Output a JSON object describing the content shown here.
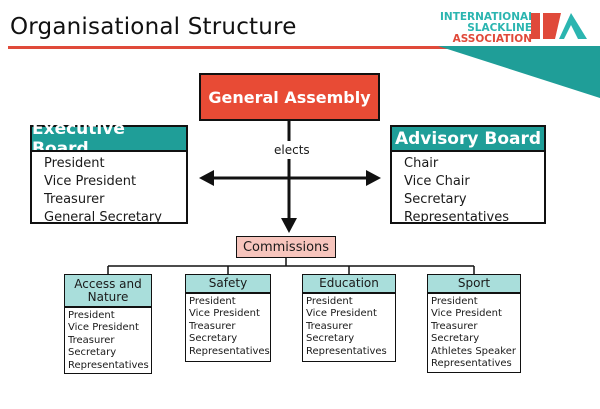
{
  "header": {
    "title": "Organisational Structure",
    "logo": {
      "line1": "INTERNATIONAL",
      "line2": "SLACKLINE",
      "line3": "ASSOCIATION",
      "mark": "ISA"
    }
  },
  "colors": {
    "accent_red": "#e84b35",
    "accent_teal": "#1f9e98",
    "light_teal": "#a9dedb",
    "light_pink": "#f7c5bd"
  },
  "general_assembly": {
    "label": "General Assembly"
  },
  "connector": {
    "label": "elects"
  },
  "executive_board": {
    "title": "Executive Board",
    "members": [
      "President",
      "Vice President",
      "Treasurer",
      "General Secretary"
    ]
  },
  "advisory_board": {
    "title": "Advisory Board",
    "members": [
      "Chair",
      "Vice Chair",
      "Secretary",
      "Representatives"
    ]
  },
  "commissions": {
    "label": "Commissions",
    "items": [
      {
        "title": "Access and Nature",
        "members": [
          "President",
          "Vice President",
          "Treasurer",
          "Secretary",
          "Representatives"
        ]
      },
      {
        "title": "Safety",
        "members": [
          "President",
          "Vice President",
          "Treasurer",
          "Secretary",
          "Representatives"
        ]
      },
      {
        "title": "Education",
        "members": [
          "President",
          "Vice President",
          "Treasurer",
          "Secretary",
          "Representatives"
        ]
      },
      {
        "title": "Sport",
        "members": [
          "President",
          "Vice President",
          "Treasurer",
          "Secretary",
          "Athletes Speaker",
          "Representatives"
        ]
      }
    ]
  }
}
